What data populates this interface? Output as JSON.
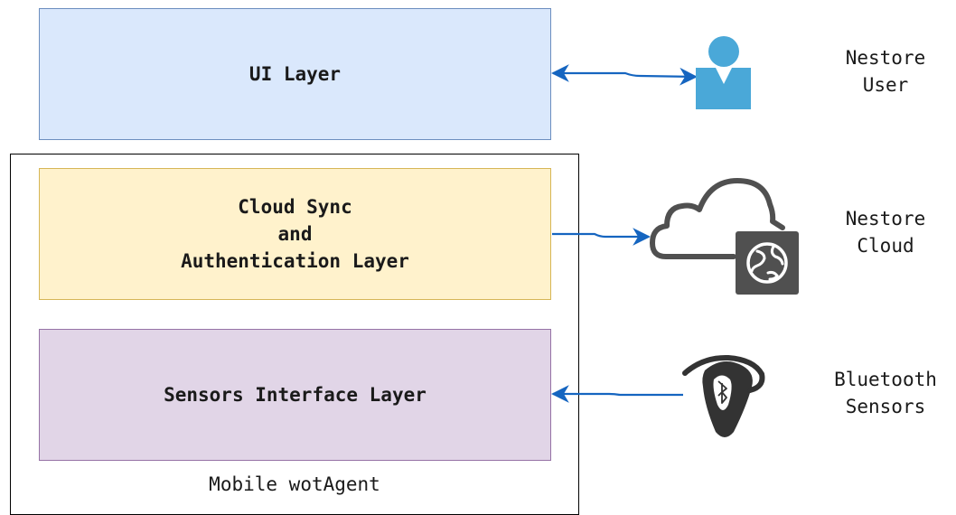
{
  "layers": {
    "ui": {
      "lines": [
        "UI Layer"
      ]
    },
    "cloud": {
      "lines": [
        "Cloud Sync",
        "and",
        "Authentication Layer"
      ]
    },
    "sensors": {
      "lines": [
        "Sensors Interface Layer"
      ]
    }
  },
  "container": {
    "label": "Mobile wotAgent"
  },
  "externals": {
    "user": {
      "lines": [
        "Nestore",
        "User"
      ],
      "icon": "user-icon"
    },
    "cloud": {
      "lines": [
        "Nestore",
        "Cloud"
      ],
      "icon": "cloud-globe-icon"
    },
    "bluetooth": {
      "lines": [
        "Bluetooth",
        "Sensors"
      ],
      "icon": "bluetooth-headset-icon"
    }
  },
  "connections": [
    {
      "from": "ui",
      "to": "user",
      "direction": "bidirectional"
    },
    {
      "from": "cloud",
      "to": "cloud",
      "direction": "to-external"
    },
    {
      "from": "bluetooth",
      "to": "sensors",
      "direction": "to-layer"
    }
  ],
  "colors": {
    "ui_fill": "#dae8fc",
    "ui_stroke": "#6c8ebf",
    "cloud_fill": "#fff2cc",
    "cloud_stroke": "#d6b656",
    "sensors_fill": "#e1d5e7",
    "sensors_stroke": "#9673a6",
    "arrow": "#1565c0",
    "user_icon": "#4aa8d8",
    "cloud_icon": "#505050"
  }
}
